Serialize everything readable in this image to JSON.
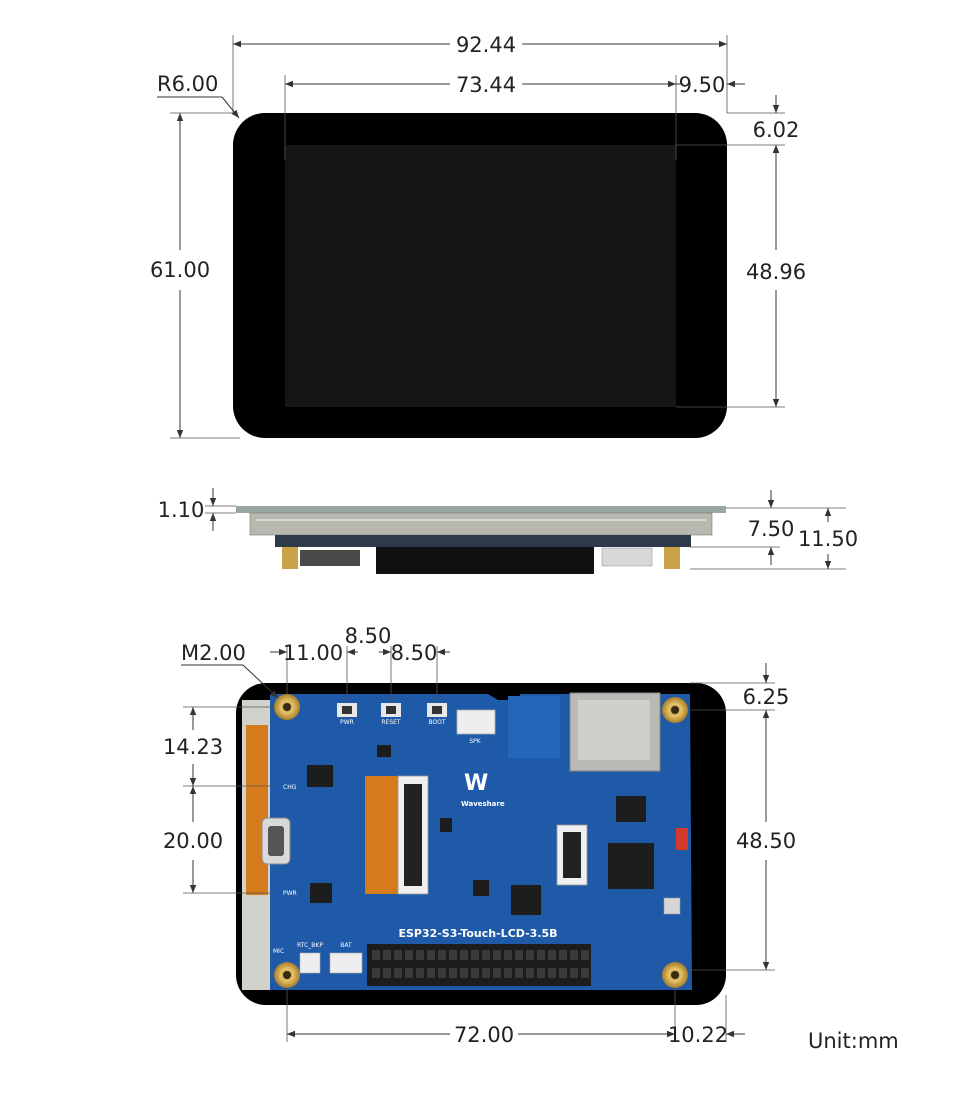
{
  "front_view": {
    "width": "92.44",
    "active_width": "73.44",
    "right_bezel": "9.50",
    "corner_radius": "R6.00",
    "top_bezel": "6.02",
    "height": "61.00",
    "active_height": "48.96"
  },
  "side_view": {
    "glass_thickness": "1.10",
    "body_thickness": "7.50",
    "total_thickness": "11.50"
  },
  "back_view": {
    "hole_size": "M2.00",
    "left_offset": "11.00",
    "btn_spacing_1": "8.50",
    "btn_spacing_2": "8.50",
    "top_offset": "6.25",
    "left_spacing_1": "14.23",
    "left_spacing_2": "20.00",
    "hole_vertical": "48.50",
    "hole_horizontal": "72.00",
    "right_offset": "10.22",
    "board_name": "ESP32-S3-Touch-LCD-3.5B",
    "brand": "Waveshare",
    "brand_mark": "W",
    "labels": {
      "pwr_btn": "PWR",
      "reset_btn": "RESET",
      "boot_btn": "BOOT",
      "spk": "SPK",
      "chg": "CHG",
      "pwr_led": "PWR",
      "mic": "MIC",
      "rtc": "RTC_BKP",
      "bat": "BAT"
    }
  },
  "unit_label": "Unit:mm",
  "colors": {
    "pcb_blue": "#1e5aa8",
    "bezel_black": "#000000",
    "screen_dark": "#151515",
    "header_black": "#1c1c1c",
    "flex_orange": "#d67a1e",
    "gold": "#c9a24a"
  }
}
